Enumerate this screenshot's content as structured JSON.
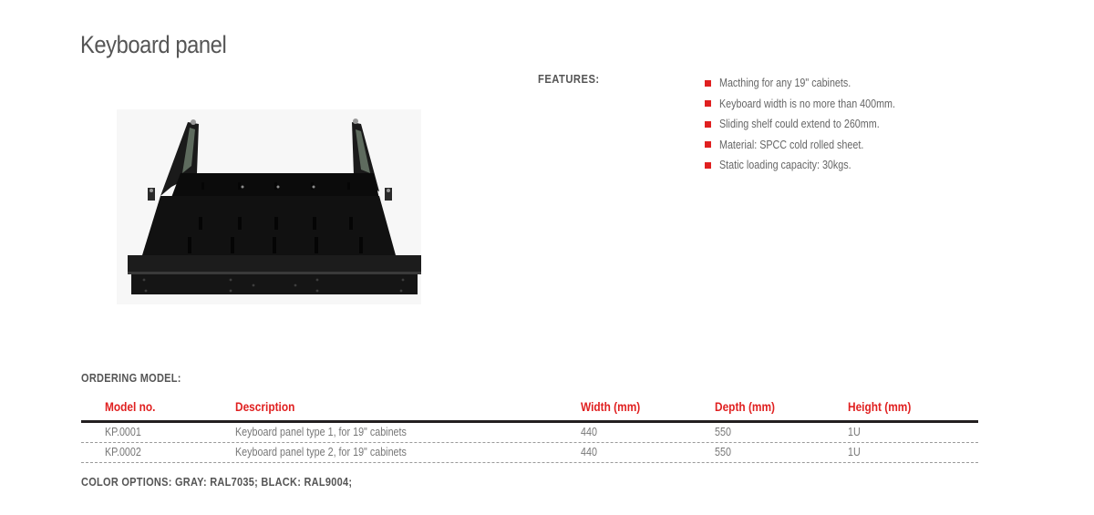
{
  "page": {
    "title": "Keyboard panel"
  },
  "image": {
    "alt": "Black 1U sliding keyboard panel with side rails",
    "background_color": "#f7f7f7"
  },
  "features": {
    "label": "FEATURES:",
    "bullet_color": "#e02020",
    "items": [
      "Macthing for any 19\" cabinets.",
      "Keyboard width is no more than 400mm.",
      "Sliding shelf could extend to 260mm.",
      "Material: SPCC cold rolled sheet.",
      "Static loading capacity: 30kgs."
    ]
  },
  "ordering": {
    "label": "ORDERING MODEL:",
    "header_color": "#e02020",
    "columns": [
      "Model no.",
      "Description",
      "Width (mm)",
      "Depth (mm)",
      "Height (mm)"
    ],
    "rows": [
      [
        "KP.0001",
        "Keyboard panel type 1, for 19\" cabinets",
        "440",
        "550",
        "1U"
      ],
      [
        "KP.0002",
        "Keyboard panel type 2, for 19\" cabinets",
        "440",
        "550",
        "1U"
      ]
    ]
  },
  "color_options": {
    "text": "COLOR OPTIONS: GRAY: RAL7035; BLACK: RAL9004;"
  }
}
